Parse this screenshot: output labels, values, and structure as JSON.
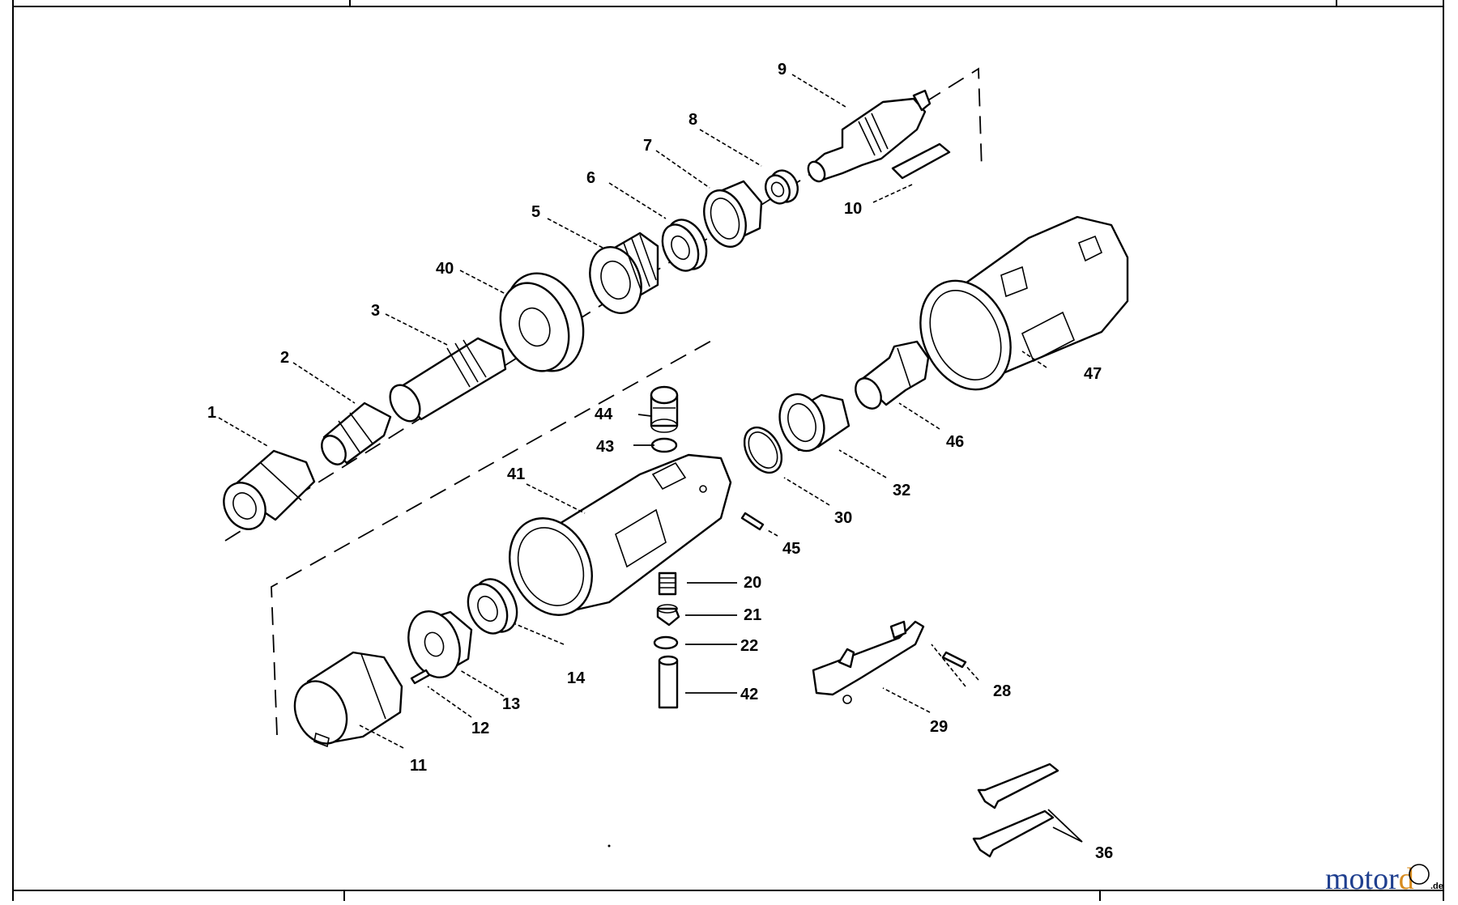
{
  "diagram": {
    "part_numbers": [
      "1",
      "2",
      "3",
      "5",
      "6",
      "7",
      "8",
      "9",
      "10",
      "40",
      "44",
      "43",
      "41",
      "45",
      "20",
      "21",
      "22",
      "42",
      "30",
      "32",
      "46",
      "47",
      "14",
      "13",
      "12",
      "11",
      "28",
      "29",
      "36"
    ]
  },
  "watermark": {
    "part1": "motor",
    "part2": "d",
    "suffix": ".de",
    "colors": {
      "motor": "#1f3f8f",
      "accent": "#d88c1f"
    }
  }
}
